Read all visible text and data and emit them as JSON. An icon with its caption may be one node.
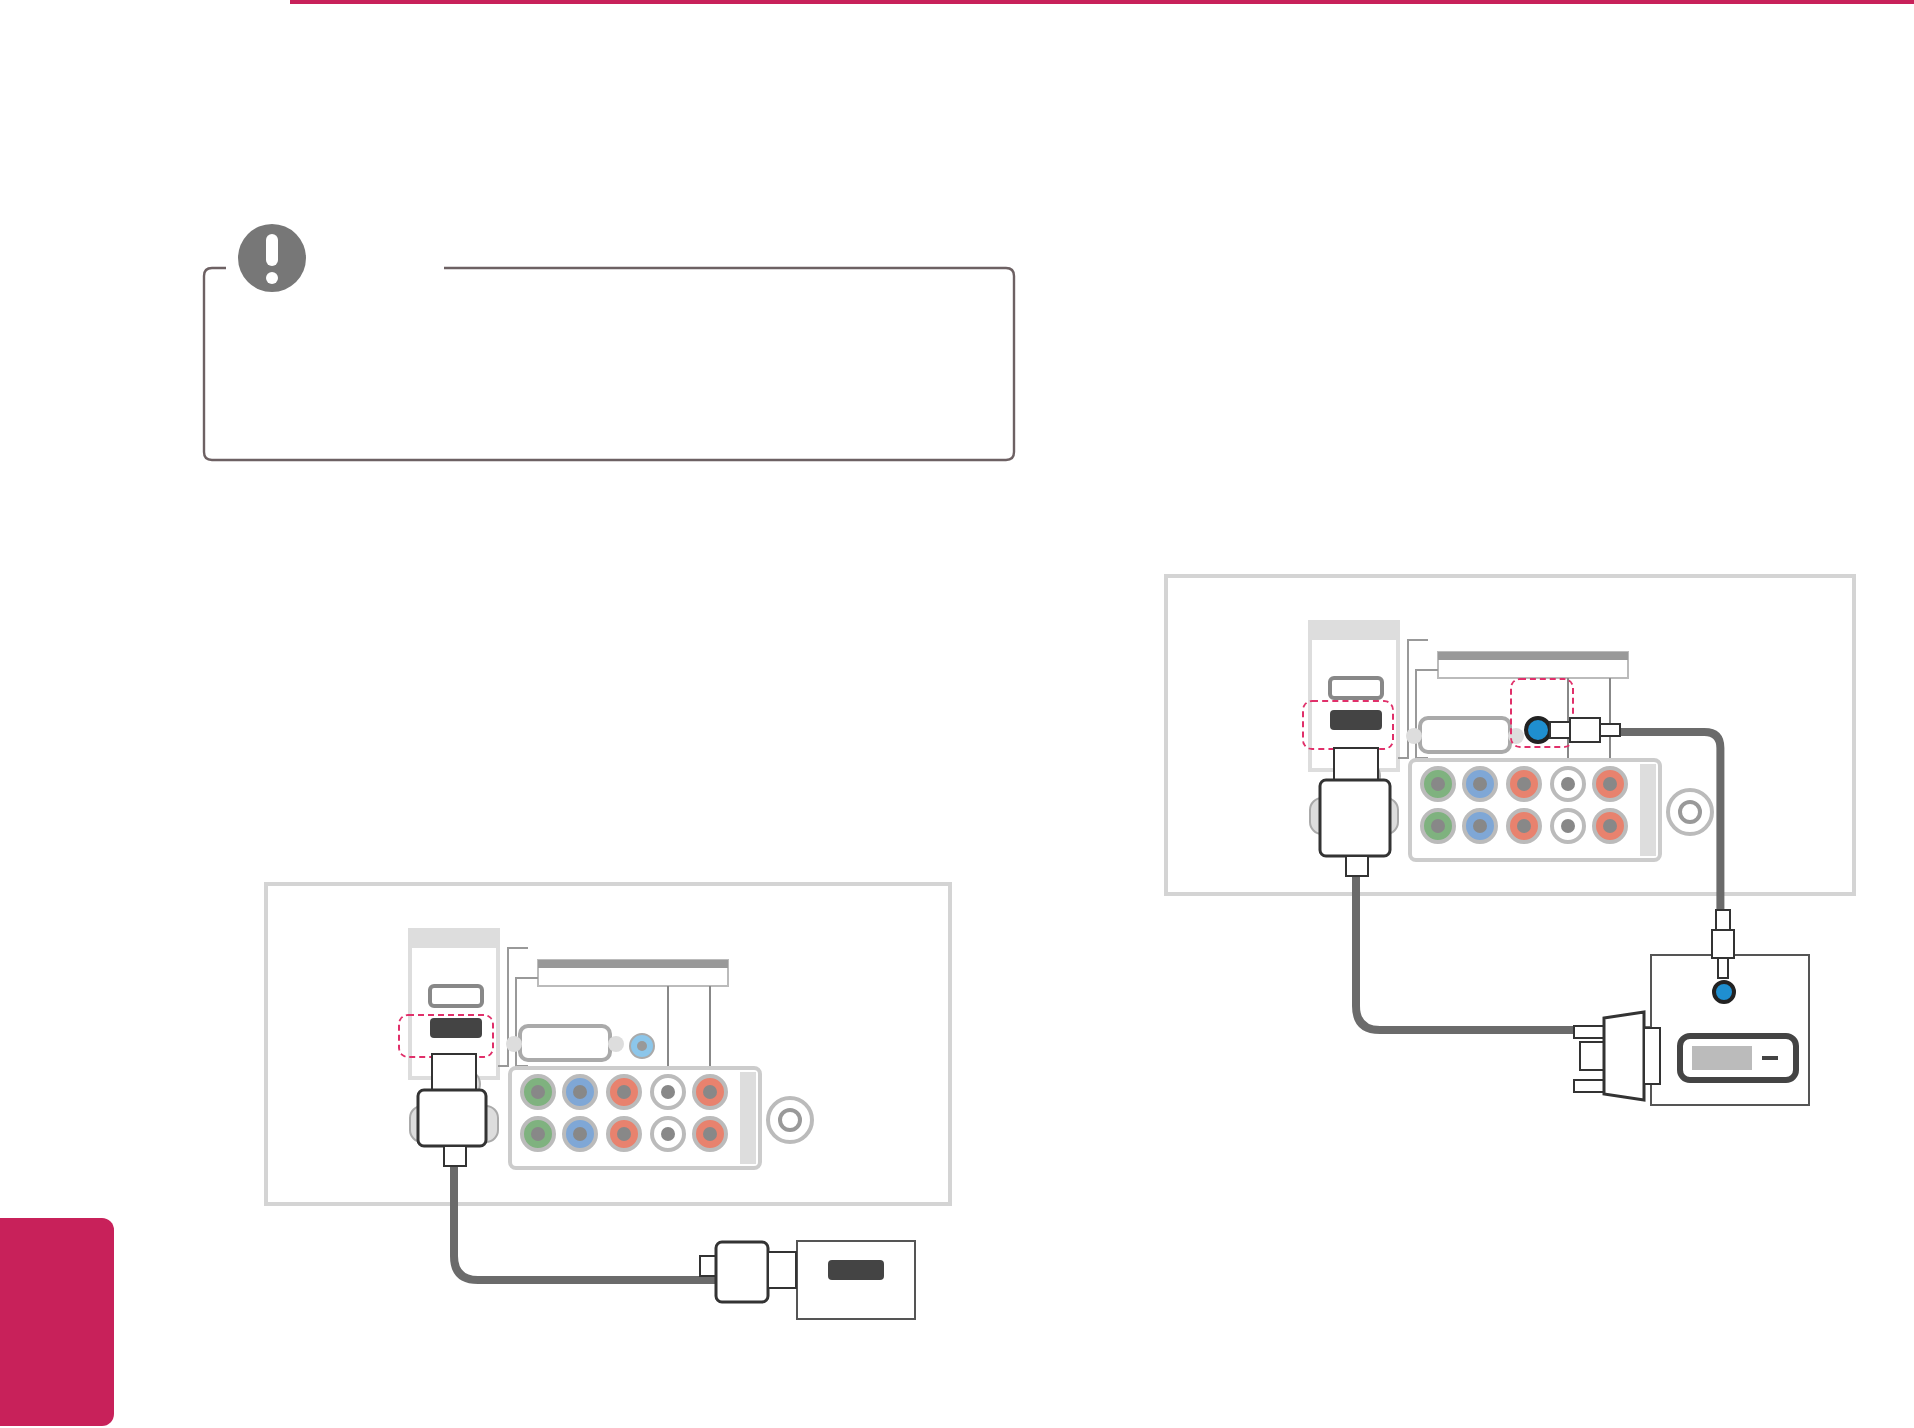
{
  "diagram": {
    "nodes": [
      {
        "text": [],
        "shape": "box"
      },
      {
        "text": [],
        "shape": "box",
        "in": 0
      },
      {
        "text": [],
        "shape": "box"
      },
      {
        "text": [],
        "shape": "box"
      },
      {
        "text": [],
        "shape": "box",
        "in": 3
      },
      {
        "text": [],
        "shape": "box",
        "in": 3
      },
      {
        "text": [],
        "shape": "box"
      },
      {
        "text": [],
        "shape": "bar"
      }
    ],
    "edges": [
      {
        "from": 1,
        "to": 2,
        "arrow": "none"
      },
      {
        "from": 4,
        "to": 6,
        "arrow": "none"
      },
      {
        "from": 5,
        "to": 6,
        "arrow": "none"
      }
    ]
  }
}
